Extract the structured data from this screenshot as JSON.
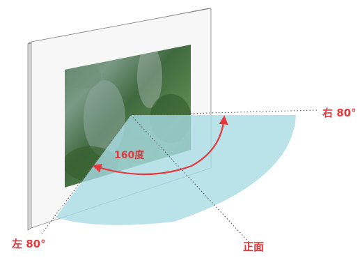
{
  "labels": {
    "right": "右 80°",
    "left": "左 80°",
    "front": "正面",
    "angle": "160度"
  },
  "colors": {
    "accent": "#e6383c",
    "fan": "#a8dbe3",
    "dotted_line": "#666666",
    "panel_stroke": "#888888"
  }
}
